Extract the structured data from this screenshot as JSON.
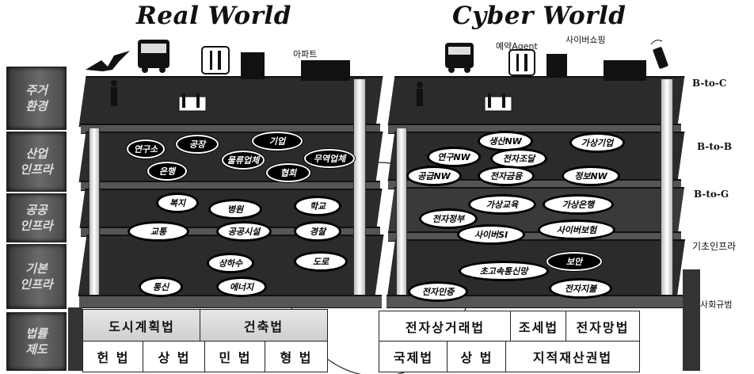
{
  "titles": {
    "real": "Real World",
    "cyber": "Cyber World"
  },
  "side_labels": [
    "주거\n환경",
    "산업\n인프라",
    "공공\n인프라",
    "기본\n인프라",
    "법률\n제도"
  ],
  "right_labels": [
    "B-to-C",
    "B-to-B",
    "B-to-G",
    "기초인프라",
    "사회규범"
  ],
  "top_labels": {
    "apt": "아파트",
    "booking": "예약Agent",
    "shop": "사이버쇼핑"
  },
  "real_ovals": {
    "industry": [
      "연구소",
      "공장",
      "은행",
      "기업",
      "물류업체",
      "무역업체",
      "협회"
    ],
    "public": [
      "복지",
      "병원",
      "학교",
      "교통",
      "공공시설",
      "경찰"
    ],
    "basic": [
      "상하수",
      "도로",
      "통신",
      "에너지"
    ]
  },
  "cyber_ovals": {
    "industry": [
      "생산NW",
      "가상기업",
      "연구NW",
      "전자조달",
      "공급NW",
      "전자금융",
      "정보NW"
    ],
    "public": [
      "가상교육",
      "가상은행",
      "전자정부",
      "사이버SI",
      "사이버보험"
    ],
    "basic": [
      "초고속통신망",
      "보안",
      "전자인증",
      "전자지불"
    ]
  },
  "law_real": {
    "row1": [
      "도시계획법",
      "건축법"
    ],
    "row2": [
      "헌 법",
      "상 법",
      "민 법",
      "형 법"
    ]
  },
  "law_cyber": {
    "row1": [
      "전자상거래법",
      "조세법",
      "전자망법"
    ],
    "row2": [
      "국제법",
      "상 법",
      "지적재산권법"
    ]
  }
}
